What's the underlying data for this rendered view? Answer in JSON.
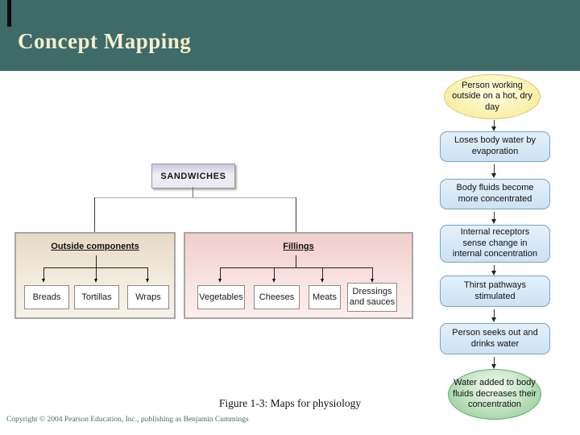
{
  "slide": {
    "title": "Concept Mapping",
    "caption": "Figure 1-3: Maps for physiology",
    "copyright": "Copyright © 2004 Pearson Education, Inc., publishing as Benjamin Cummings"
  },
  "colors": {
    "header_bg": "#3e6a68",
    "title_text": "#f4f0cd",
    "outside_panel_fill": "#ecdfcb",
    "fillings_panel_fill": "#f4d2cf",
    "root_box_fill": "#dddbec",
    "flow_box_fill": "#cfe3f4",
    "flow_box_border": "#77a3c8",
    "start_ellipse_fill": "#f9efa4",
    "end_ellipse_fill": "#8cc795"
  },
  "sandwich_map": {
    "root": "SANDWICHES",
    "branches": [
      {
        "label": "Outside components",
        "children": [
          "Breads",
          "Tortillas",
          "Wraps"
        ]
      },
      {
        "label": "Fillings",
        "children": [
          "Vegetables",
          "Cheeses",
          "Meats",
          "Dressings and sauces"
        ]
      }
    ]
  },
  "flowchart": {
    "steps": [
      {
        "shape": "ellipse",
        "label": "Person working outside on a hot, dry day"
      },
      {
        "shape": "box",
        "label": "Loses body water by evaporation"
      },
      {
        "shape": "box",
        "label": "Body fluids become more concentrated"
      },
      {
        "shape": "box",
        "label": "Internal receptors sense change in internal concentration"
      },
      {
        "shape": "box",
        "label": "Thirst pathways stimulated"
      },
      {
        "shape": "box",
        "label": "Person seeks out and drinks water"
      },
      {
        "shape": "ellipse",
        "label": "Water added to body fluids decreases their concentration"
      }
    ]
  }
}
